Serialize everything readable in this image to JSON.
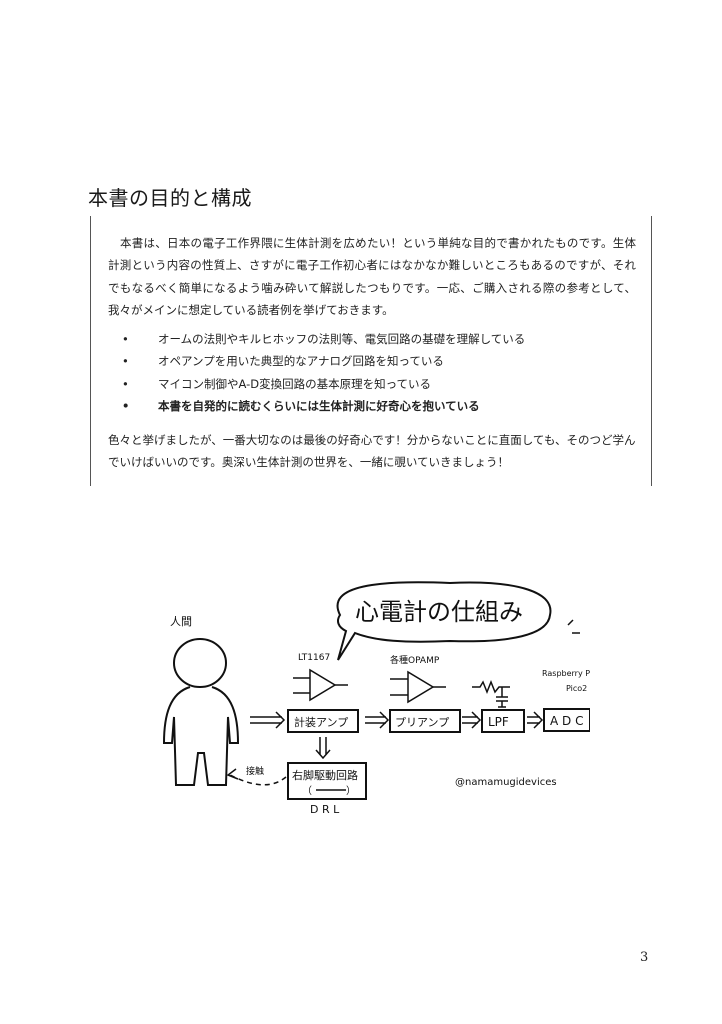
{
  "section": {
    "title": "本書の目的と構成",
    "intro": "本書は、日本の電子工作界隈に生体計測を広めたい！という単純な目的で書かれたものです。生体計測という内容の性質上、さすがに電子工作初心者にはなかなか難しいところもあるのですが、それでもなるべく簡単になるよう噛み砕いて解説したつもりです。一応、ご購入される際の参考として、我々がメインに想定している読者例を挙げておきます。",
    "bullets": [
      "オームの法則やキルヒホッフの法則等、電気回路の基礎を理解している",
      "オペアンプを用いた典型的なアナログ回路を知っている",
      "マイコン制御やA-D変換回路の基本原理を知っている",
      "本書を自発的に読むくらいには生体計測に好奇心を抱いている"
    ],
    "bullet_mark": "•",
    "closing": "色々と挙げましたが、一番大切なのは最後の好奇心です！分からないことに直面しても、そのつど学んでいけばいいのです。奥深い生体計測の世界を、一緒に覗いていきましょう！"
  },
  "illustration": {
    "bubble": "心電計の仕組み",
    "human": "人間",
    "lt1167": "LT1167",
    "opamp": "各種OPAMP",
    "rpi_line1": "Raspberry Pi",
    "rpi_line2": "Pico2",
    "inst_amp": "計装アンプ",
    "preamp": "プリアンプ",
    "lpf": "LPF",
    "adc": "A D C",
    "drl_jp": "右脚駆動回路",
    "drl_paren": "（",
    "drl_paren_close": "）",
    "drl": "D R L",
    "contact": "接触",
    "credit": "@namamugidevices"
  },
  "page_number": "3"
}
